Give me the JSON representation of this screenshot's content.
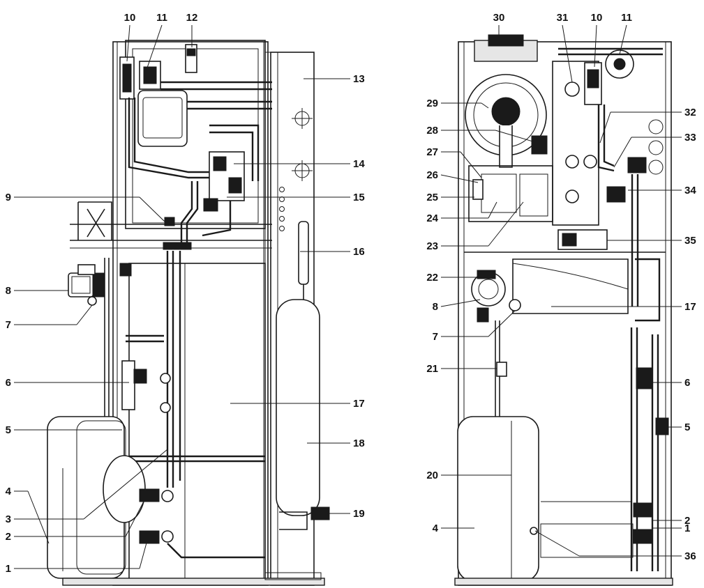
{
  "diagram": {
    "left_view": {
      "labels": [
        "10",
        "11",
        "12",
        "13",
        "14",
        "9",
        "15",
        "16",
        "8",
        "7",
        "6",
        "17",
        "5",
        "18",
        "4",
        "3",
        "2",
        "19",
        "1"
      ]
    },
    "right_view": {
      "labels": [
        "30",
        "31",
        "10",
        "11",
        "29",
        "32",
        "28",
        "33",
        "27",
        "26",
        "25",
        "34",
        "24",
        "23",
        "35",
        "22",
        "8",
        "17",
        "7",
        "21",
        "6",
        "5",
        "20",
        "2",
        "4",
        "1",
        "36"
      ]
    }
  }
}
